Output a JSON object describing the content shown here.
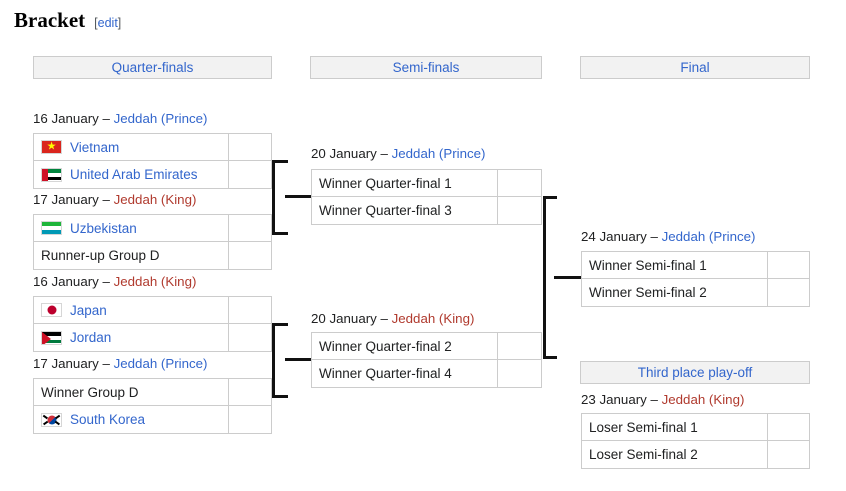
{
  "heading": {
    "title": "Bracket",
    "edit_open": "[",
    "edit_label": "edit",
    "edit_close": "]"
  },
  "round_headers": [
    {
      "label": "Quarter-finals"
    },
    {
      "label": "Semi-finals"
    },
    {
      "label": "Final"
    },
    {
      "label": "Third place play-off"
    }
  ],
  "venue_colors": {
    "prince": "#3366cc",
    "king": "#b03a2e",
    "link": "#3366cc",
    "header_bg": "#f2f2f2",
    "border": "#cccccc",
    "connector": "#111111"
  },
  "quarter_finals": [
    {
      "date": "16 January",
      "dash": "–",
      "venue": "Jeddah (Prince)",
      "venue_kind": "prince",
      "rows": [
        {
          "team": "Vietnam",
          "flag": "vn",
          "link": true,
          "score": ""
        },
        {
          "team": "United Arab Emirates",
          "flag": "ae",
          "link": true,
          "score": ""
        }
      ]
    },
    {
      "date": "17 January",
      "dash": "–",
      "venue": "Jeddah (King)",
      "venue_kind": "king",
      "rows": [
        {
          "team": "Uzbekistan",
          "flag": "uz",
          "link": true,
          "score": ""
        },
        {
          "team": "Runner-up Group D",
          "flag": "",
          "link": false,
          "score": ""
        }
      ]
    },
    {
      "date": "16 January",
      "dash": "–",
      "venue": "Jeddah (King)",
      "venue_kind": "king",
      "rows": [
        {
          "team": "Japan",
          "flag": "jp",
          "link": true,
          "score": ""
        },
        {
          "team": "Jordan",
          "flag": "jo",
          "link": true,
          "score": ""
        }
      ]
    },
    {
      "date": "17 January",
      "dash": "–",
      "venue": "Jeddah (Prince)",
      "venue_kind": "prince",
      "rows": [
        {
          "team": "Winner Group D",
          "flag": "",
          "link": false,
          "score": ""
        },
        {
          "team": "South Korea",
          "flag": "kr",
          "link": true,
          "score": ""
        }
      ]
    }
  ],
  "semi_finals": [
    {
      "date": "20 January",
      "dash": "–",
      "venue": "Jeddah (Prince)",
      "venue_kind": "prince",
      "rows": [
        {
          "team": "Winner Quarter-final 1",
          "score": ""
        },
        {
          "team": "Winner Quarter-final 3",
          "score": ""
        }
      ]
    },
    {
      "date": "20 January",
      "dash": "–",
      "venue": "Jeddah (King)",
      "venue_kind": "king",
      "rows": [
        {
          "team": "Winner Quarter-final 2",
          "score": ""
        },
        {
          "team": "Winner Quarter-final 4",
          "score": ""
        }
      ]
    }
  ],
  "final": {
    "date": "24 January",
    "dash": "–",
    "venue": "Jeddah (Prince)",
    "venue_kind": "prince",
    "rows": [
      {
        "team": "Winner Semi-final 1",
        "score": ""
      },
      {
        "team": "Winner Semi-final 2",
        "score": ""
      }
    ]
  },
  "third_place": {
    "date": "23 January",
    "dash": "–",
    "venue": "Jeddah (King)",
    "venue_kind": "king",
    "rows": [
      {
        "team": "Loser Semi-final 1",
        "score": ""
      },
      {
        "team": "Loser Semi-final 2",
        "score": ""
      }
    ]
  }
}
